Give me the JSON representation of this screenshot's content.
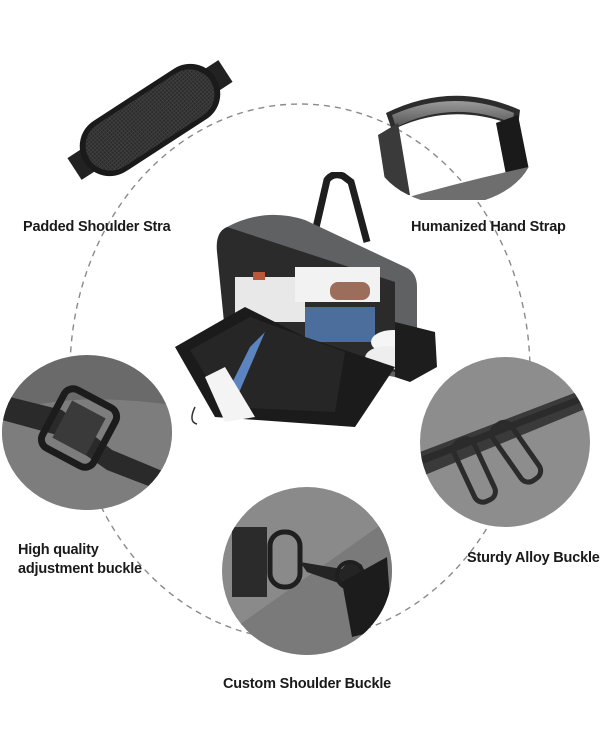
{
  "features": [
    {
      "id": "padded-shoulder-strap",
      "label": "Padded Shoulder Stra"
    },
    {
      "id": "humanized-hand-strap",
      "label": "Humanized Hand Strap"
    },
    {
      "id": "high-quality-adjustment-buckle",
      "label_line1": "High quality",
      "label_line2": "adjustment buckle"
    },
    {
      "id": "sturdy-alloy-buckle",
      "label": "Sturdy Alloy Buckle"
    },
    {
      "id": "custom-shoulder-buckle",
      "label": "Custom Shoulder Buckle"
    }
  ],
  "colors": {
    "background": "#ffffff",
    "text": "#1a1a1a",
    "bag_gray": "#5f6163",
    "strap_black": "#1e1e1e",
    "detail_gray": "#8a8c8e",
    "dashed_line": "#8a8a8a"
  }
}
